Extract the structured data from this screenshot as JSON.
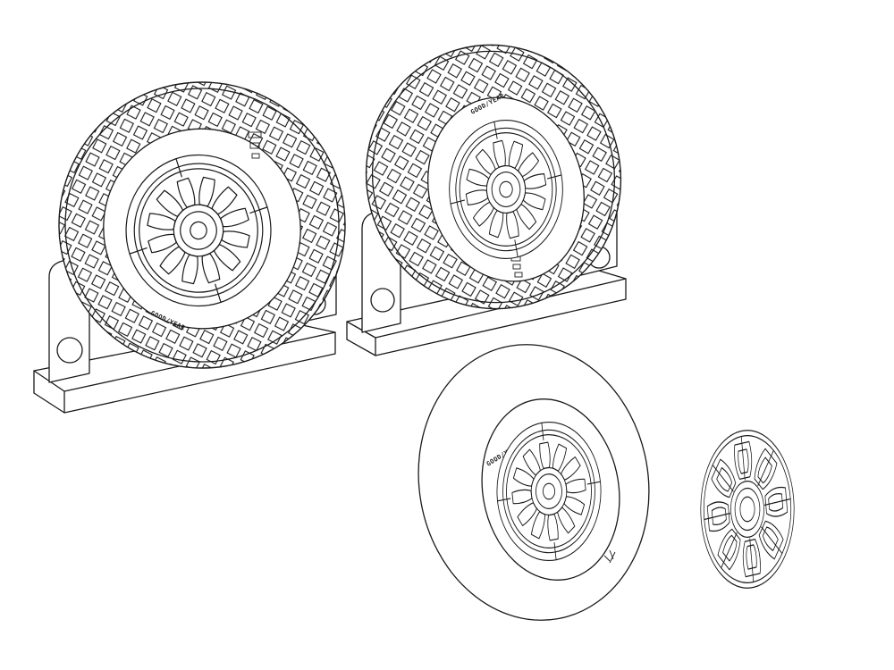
{
  "image": {
    "kind": "line-drawing",
    "subject": "scale-model aircraft wheel set",
    "line_color": "#1a1a1a",
    "background": "#ffffff"
  },
  "sidewall_marks": {
    "goodyear": "GOOD/YEAR"
  },
  "parts": [
    {
      "name": "diamond-tread-wheel-on-stand-left"
    },
    {
      "name": "diamond-tread-wheel-on-stand-middle"
    },
    {
      "name": "smooth-tire-wheel"
    },
    {
      "name": "separate-hub-disc"
    }
  ]
}
